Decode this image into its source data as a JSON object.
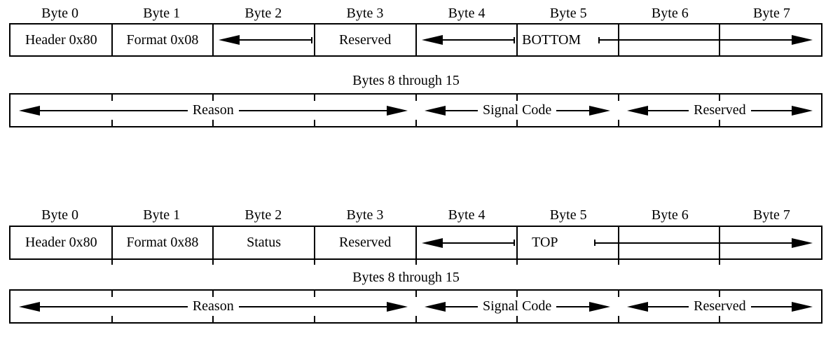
{
  "colors": {
    "line": "#000000",
    "text": "#000000",
    "background": "#ffffff"
  },
  "diagrams": [
    {
      "name": "format-0x08-packet",
      "byte_labels": [
        "Byte 0",
        "Byte 1",
        "Byte 2",
        "Byte 3",
        "Byte 4",
        "Byte 5",
        "Byte 6",
        "Byte 7"
      ],
      "row1": {
        "byte0": "Header 0x80",
        "byte1": "Format 0x08",
        "byte3": "Reserved",
        "byte5": "BOTTOM"
      },
      "bytes_8_15_heading": "Bytes 8 through 15",
      "row2": {
        "field1": "Reason",
        "field2": "Signal Code",
        "field3": "Reserved"
      }
    },
    {
      "name": "format-0x88-packet",
      "byte_labels": [
        "Byte 0",
        "Byte 1",
        "Byte 2",
        "Byte 3",
        "Byte 4",
        "Byte 5",
        "Byte 6",
        "Byte 7"
      ],
      "row1": {
        "byte0": "Header 0x80",
        "byte1": "Format 0x88",
        "byte2": "Status",
        "byte3": "Reserved",
        "byte5": "TOP"
      },
      "bytes_8_15_heading": "Bytes 8 through 15",
      "row2": {
        "field1": "Reason",
        "field2": "Signal Code",
        "field3": "Reserved"
      }
    }
  ]
}
